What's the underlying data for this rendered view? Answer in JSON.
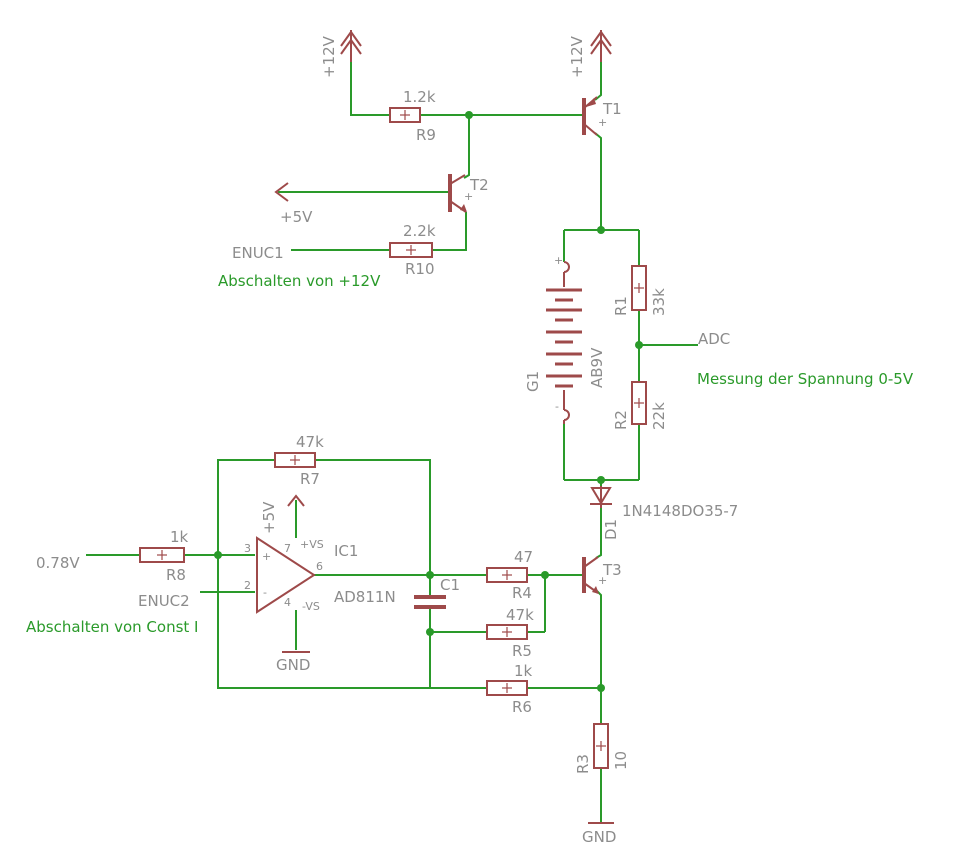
{
  "supplies": {
    "plus12_left": "+12V",
    "plus12_right": "+12V",
    "plus5_t2": "+5V",
    "plus5_ic": "+5V",
    "gnd_ic": "GND",
    "gnd_bottom": "GND"
  },
  "nets": {
    "enuc1": "ENUC1",
    "enuc2": "ENUC2",
    "adc": "ADC",
    "v078": "0.78V"
  },
  "notes": {
    "off12": "Abschalten von +12V",
    "measure": "Messung der Spannung 0-5V",
    "offconst": "Abschalten von Const I"
  },
  "resistors": {
    "r9": {
      "name": "R9",
      "value": "1.2k"
    },
    "r10": {
      "name": "R10",
      "value": "2.2k"
    },
    "r1": {
      "name": "R1",
      "value": "33k"
    },
    "r2": {
      "name": "R2",
      "value": "22k"
    },
    "r7": {
      "name": "R7",
      "value": "47k"
    },
    "r8": {
      "name": "R8",
      "value": "1k"
    },
    "r4": {
      "name": "R4",
      "value": "47"
    },
    "r5": {
      "name": "R5",
      "value": "47k"
    },
    "r6": {
      "name": "R6",
      "value": "1k"
    },
    "r3": {
      "name": "R3",
      "value": "10"
    }
  },
  "transistors": {
    "t1": "T1",
    "t2": "T2",
    "t3": "T3"
  },
  "battery": {
    "name": "G1",
    "value": "AB9V"
  },
  "diode": {
    "name": "D1",
    "value": "1N4148DO35-7"
  },
  "capacitor": {
    "name": "C1"
  },
  "opamp": {
    "name": "IC1",
    "value": "AD811N",
    "pin3": "3",
    "pin2": "2",
    "pin6": "6",
    "pin7": "7",
    "pin4": "4",
    "vs_pos": "+VS",
    "vs_neg": "-VS",
    "in_plus": "+",
    "in_minus": "-"
  },
  "colors": {
    "wire": "#2a9a2a",
    "component": "#9e4a4a",
    "label": "#8c8c8c"
  }
}
